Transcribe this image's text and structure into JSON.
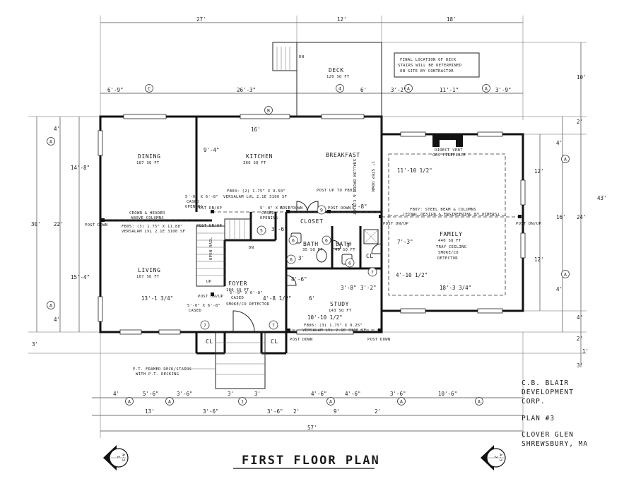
{
  "title": "FIRST FLOOR PLAN",
  "title_block": {
    "company": [
      "C.B. BLAIR",
      "DEVELOPMENT",
      "CORP."
    ],
    "plan": "PLAN #3",
    "project": [
      "CLOVER GLEN",
      "SHREWSBURY, MA"
    ]
  },
  "rooms": {
    "deck": {
      "name": "DECK",
      "area": "120 SQ FT"
    },
    "dining": {
      "name": "DINING",
      "area": "187 SQ FT"
    },
    "kitchen": {
      "name": "KITCHEN",
      "area": "366 SQ FT"
    },
    "breakfast": {
      "name": "BREAKFAST"
    },
    "living": {
      "name": "LIVING",
      "area": "187 SQ FT"
    },
    "foyer": {
      "name": "FOYER",
      "area": "180 SQ FT",
      "note": "SMOKE/CO DETECTOR"
    },
    "closet": {
      "name": "CLOSET"
    },
    "bath1": {
      "name": "BATH",
      "area": "35 SQ FT"
    },
    "bath2": {
      "name": "BATH",
      "area": "40 SQ FT"
    },
    "study": {
      "name": "STUDY",
      "area": "143 SQ FT"
    },
    "family": {
      "name": "FAMILY",
      "area": "440 SQ FT",
      "note1": "TRAY CEILING",
      "note2": "SMOKE/CO",
      "note3": "DETECTOR"
    },
    "cl1": "CL",
    "cl2": "CL",
    "cl3": "CL"
  },
  "notes": {
    "deck_stairs": [
      "FINAL LOCATION OF DECK",
      "STAIRS WILL BE DETERMINED",
      "ON SITE BY CONTRACTOR"
    ],
    "fireplace": [
      "DIRECT VENT",
      "GAS FIREPLACE"
    ],
    "beam_family": "FB07: STEEL BEAM & COLUMNS",
    "beam_family2": "(FINAL DESIGN & ENGINEERING BY OTHERS)",
    "fb04_a": "FB04: (2) 1.75\" X 9.50\"",
    "fb04_b": "VERSALAM LVL 2.1E 3100 SF",
    "fb05_a": "FB05: (3) 1.75\" X 11.88\"",
    "fb05_b": "VERSALAM LVL 2.1E 3100 SF",
    "fb06_a": "FB06: (3) 1.75\" X 9.25\"",
    "fb06_b": "VERSALAM LVL 2.1E 3100 SF",
    "crown_a": "CROWN & HEADER",
    "crown_b": "ABOVE COLUMNS",
    "post_up": "POST UP TO FB02",
    "post_down": "POST DOWN",
    "post_dnup": "POST DN/UP",
    "step_down": "1\" STEP DOWN",
    "broom": "SHALLOW BROOM & CLOSET",
    "open_rail": "OPEN RAIL",
    "dn": "DN",
    "up": "UP",
    "cased": [
      "5'-0\" X 6'-8\"",
      "CASED",
      "OPENING"
    ],
    "pt_deck": [
      "P.T. FRAMED DECK/STAIRS",
      "WITH P.T. DECKING"
    ]
  },
  "dimensions": {
    "top_overall": [
      "27'",
      "12'",
      "18'"
    ],
    "top_deck": [
      "6'-9\"",
      "26'-3\"",
      "6'",
      "3'-2\"",
      "11'-1\"",
      "3'-9\""
    ],
    "right": [
      "10'",
      "2'",
      "4'",
      "12'",
      "16'",
      "24'",
      "12'",
      "4'",
      "4'",
      "2'",
      "43'",
      "1'",
      "3'"
    ],
    "left": [
      "4'",
      "14'-8\"",
      "22'",
      "30'",
      "15'-4\"",
      "4'",
      "3'"
    ],
    "bottom_row1": [
      "4'",
      "5'-6\"",
      "3'-6\"",
      "3'",
      "3'",
      "4'-6\"",
      "4'-6\"",
      "3'-6\"",
      "10'-6\""
    ],
    "bottom_row2": [
      "13'",
      "3'-6\"",
      "3'-6\"",
      "2'",
      "9'",
      "2'"
    ],
    "bottom_overall": "57'",
    "interior": [
      "16'",
      "9'-4\"",
      "11'-10 1/2\"",
      "13'-1 3/4\"",
      "4'-8 1/2\"",
      "3'-6\"",
      "1'-8\"",
      "7'-3\"",
      "4'-10 1/2\"",
      "18'-3 3/4\"",
      "3'-8\"",
      "3'-2\"",
      "10'-10 1/2\"",
      "6'",
      "3'",
      "4'-6\"",
      "3'"
    ]
  },
  "markers": {
    "A": "A",
    "B": "B",
    "C": "C",
    "n1": "1",
    "n4": "4",
    "n5": "5",
    "n6": "6",
    "n7": "7",
    "n9": "9"
  },
  "section": {
    "left": "1",
    "right": "2",
    "sheet": "A-3"
  }
}
